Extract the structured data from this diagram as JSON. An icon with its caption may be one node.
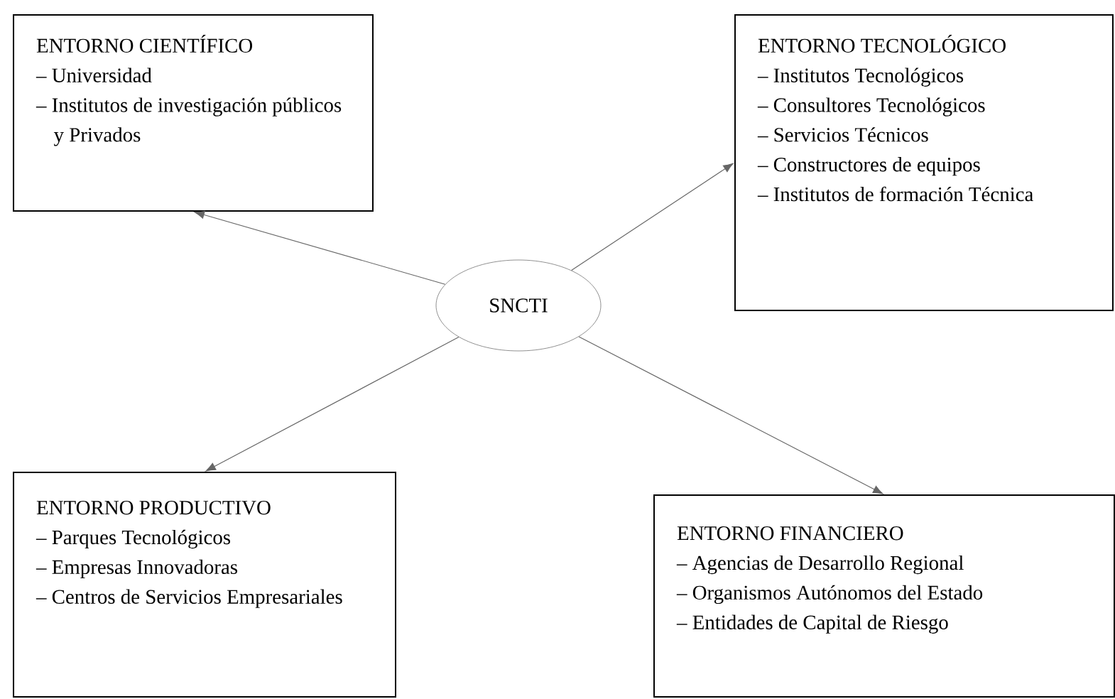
{
  "diagram": {
    "nodes": [
      {
        "text": [
          "ENTORNO CIENTÍFICO",
          "– Universidad",
          "– Institutos de investigación públicos y Privados"
        ]
      },
      {
        "text": [
          "ENTORNO TECNOLÓGICO",
          "– Institutos Tecnológicos",
          "– Consultores Tecnológicos",
          "– Servicios Técnicos",
          "– Constructores de equipos",
          "– Institutos de formación Técnica"
        ]
      },
      {
        "text": [
          "SNCTI"
        ]
      },
      {
        "text": [
          "ENTORNO PRODUCTIVO",
          "– Parques Tecnológicos",
          "– Empresas Innovadoras",
          "– Centros de Servicios Empresariales"
        ]
      },
      {
        "text": [
          "ENTORNO FINANCIERO",
          "– Agencias de Desarrollo Regional",
          "– Organismos Autónomos del Estado",
          "– Entidades de Capital de Riesgo"
        ]
      }
    ],
    "edges": [
      {
        "from": 2,
        "to": 0,
        "arrow": "to"
      },
      {
        "from": 2,
        "to": 1,
        "arrow": "to"
      },
      {
        "from": 2,
        "to": 3,
        "arrow": "to"
      },
      {
        "from": 2,
        "to": 4,
        "arrow": "to"
      }
    ]
  }
}
